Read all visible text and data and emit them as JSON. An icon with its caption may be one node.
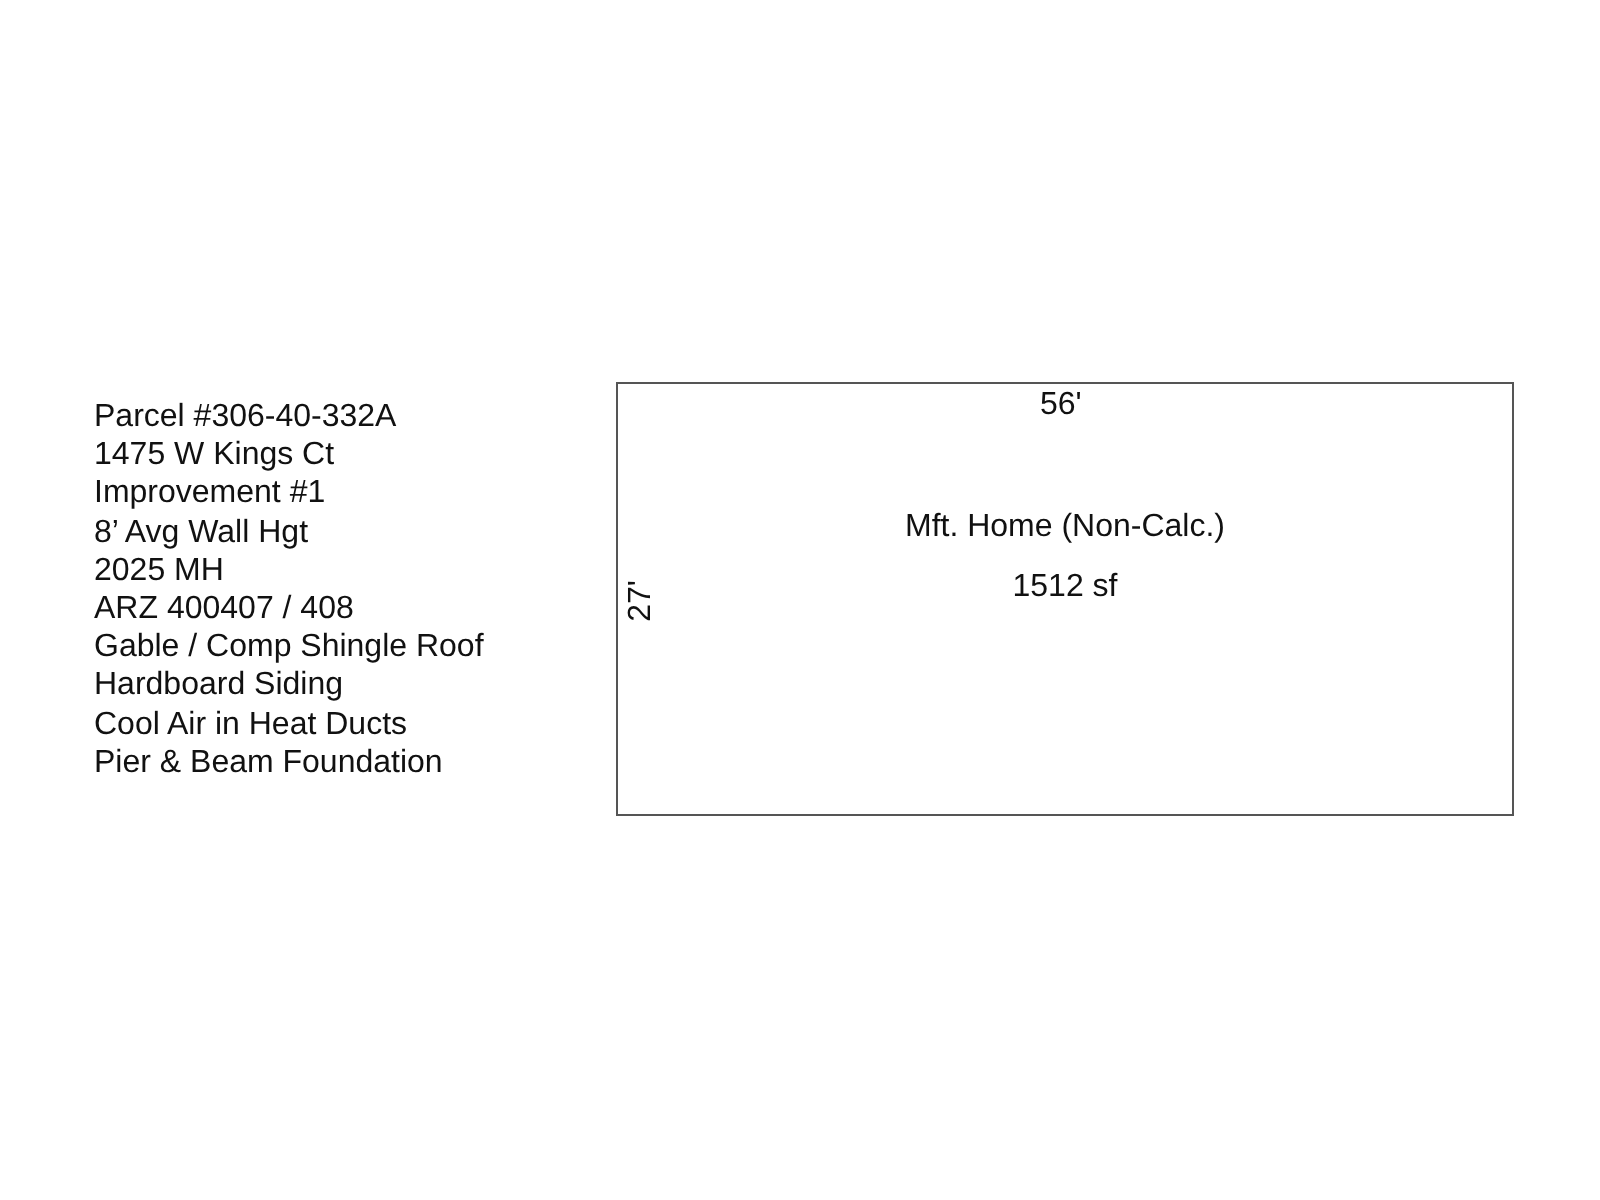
{
  "diagram": {
    "nodes": [
      {
        "text": [
          "Mft. Home (Non-Calc.)",
          "1512 sf"
        ]
      }
    ],
    "labels": [
      "Parcel #306-40-332A",
      "1475 W Kings Ct",
      "Improvement #1",
      "8’ Avg Wall Hgt",
      "2025 MH",
      "ARZ 400407 / 408",
      "Gable / Comp Shingle Roof",
      "Hardboard Siding",
      "Cool Air in Heat Ducts",
      "Pier & Beam Foundation",
      "56'",
      "27'"
    ]
  }
}
